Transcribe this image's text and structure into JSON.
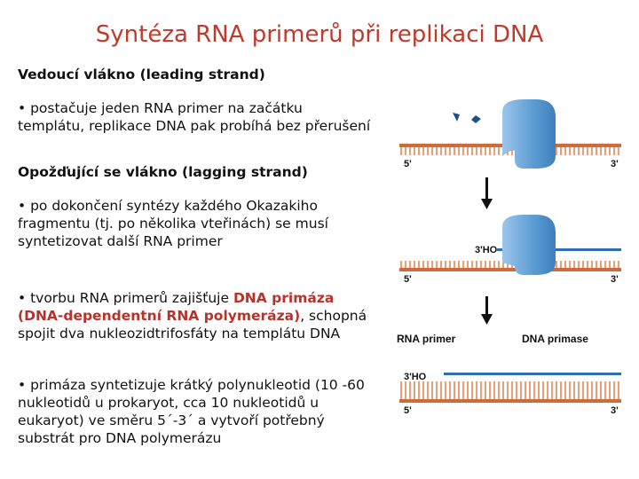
{
  "title": "Syntéza RNA primerů při replikaci DNA",
  "sections": {
    "leading_heading": "Vedoucí vlákno (leading strand)",
    "leading_bullet": "• postačuje jeden RNA primer na začátku templátu, replikace DNA pak probíhá bez přerušení",
    "lagging_heading": "Opožďující se vlákno (lagging strand)",
    "lagging_bullet": "• po dokončení syntézy každého Okazakiho fragmentu (tj. po několika vteřinách) se musí syntetizovat další RNA primer",
    "primase_bullet_pre": "• tvorbu RNA primerů zajišťuje ",
    "primase_bullet_hl": "DNA primáza (DNA-dependentní RNA polymeráza)",
    "primase_bullet_post": ", schopná spojit dva nukleozidtrifosfáty na templátu DNA",
    "synthesis_bullet": "• primáza syntetizuje krátký polynukleotid (10 -60 nukleotidů u prokaryot, cca 10 nukleotidů u eukaryot) ve směru 5´-3´ a vytvoří potřebný substrát pro DNA polymerázu"
  },
  "diagram": {
    "panel1": {
      "left_end": "5'",
      "right_end": "3'"
    },
    "panel2": {
      "left_end": "5'",
      "right_end": "3'",
      "primer_end": "3'HO"
    },
    "panel3": {
      "left_end": "5'",
      "right_end": "3'",
      "primer_end": "3'HO",
      "label_primer": "RNA primer",
      "label_primase": "DNA primase"
    }
  },
  "colors": {
    "title": "#c0392b",
    "primase": "#6aa6d8",
    "strand": "#e08a5a",
    "primer": "#2f6fb0"
  }
}
